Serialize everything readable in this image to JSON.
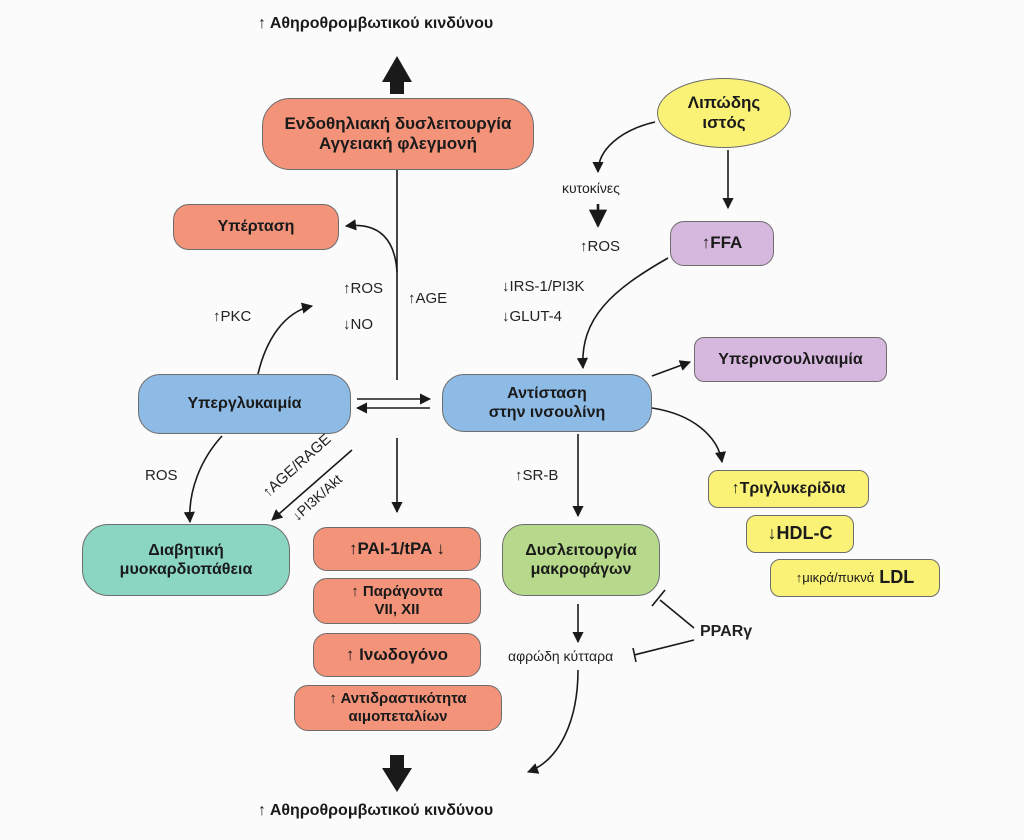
{
  "title_top": "↑ Αθηροθρομβωτικού κινδύνου",
  "title_bottom": "↑ Αθηροθρομβωτικού κινδύνου",
  "nodes": {
    "endothelial": [
      "Ενδοθηλιακή δυσλειτουργία",
      "Αγγειακή φλεγμονή"
    ],
    "hypertension": "Υπέρταση",
    "hyperglycemia": "Υπεργλυκαιμία",
    "insulin_resistance": [
      "Αντίσταση",
      "στην ινσουλίνη"
    ],
    "adipose": [
      "Λιπώδης",
      "ιστός"
    ],
    "ffa": "↑FFA",
    "hyperinsulinemia": "Υπερινσουλιναιμία",
    "triglycerides": "↑Τριγλυκερίδια",
    "hdl": "↓HDL-C",
    "ldl_prefix": "↑μικρά/πυκνά",
    "ldl_suffix": " LDL",
    "cardiomyopathy": [
      "Διαβητική",
      "μυοκαρδιοπάθεια"
    ],
    "pai": "↑PAI-1/tPA ↓",
    "factors": [
      "↑ Παράγοντα",
      "VII, XII"
    ],
    "fibrinogen": "↑ Ινωδογόνο",
    "platelets": [
      "↑ Αντιδραστικότητα",
      "αιμοπεταλίων"
    ],
    "macrophage": [
      "Δυσλειτουργία",
      "μακροφάγων"
    ]
  },
  "labels": {
    "cytokines": "κυτοκίνες",
    "ros_up": "↑ROS",
    "irs": "↓IRS-1/PI3K",
    "glut": "↓GLUT-4",
    "pkc": "↑PKC",
    "ros_mid": "↑ROS",
    "no": "↓NO",
    "age": "↑AGE",
    "ros_plain": "ROS",
    "age_rage": "↑AGE/RAGE",
    "pi3k_akt": "↓PI3K/Akt",
    "srb": "↑SR-B",
    "foam": "αφρώδη κύτταρα",
    "ppar": "PPARγ"
  },
  "colors": {
    "salmon": "#f2937a",
    "blue": "#8dbbe6",
    "purple": "#d6b8de",
    "yellow": "#faf276",
    "green": "#b7d98b",
    "teal": "#8ad6c3",
    "line": "#1a1a1a"
  }
}
